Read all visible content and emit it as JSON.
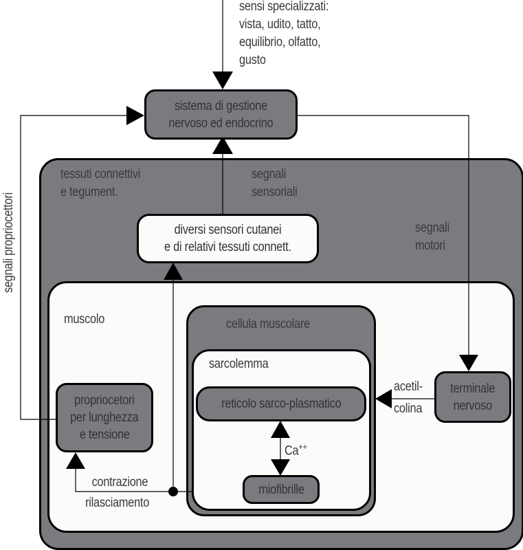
{
  "diagram": {
    "title": "",
    "colors": {
      "dark_fill": "#7a7b7f",
      "light_fill": "#fdfafa",
      "stroke": "#000000",
      "text": "#3a3a3a"
    },
    "nodes": {
      "nervous_system": {
        "line1": "sistema di gestione",
        "line2": "nervoso ed endocrino"
      },
      "connective_tissue": {
        "line1": "tessuti connettivi",
        "line2": "e tegument."
      },
      "skin_sensors": {
        "line1": "diversi sensori cutanei",
        "line2": "e di relativi tessuti connett."
      },
      "muscle": {
        "label": "muscolo"
      },
      "muscle_cell": {
        "label": "cellula muscolare"
      },
      "sarcolemma": {
        "label": "sarcolemma"
      },
      "sarcoplasmic_reticulum": {
        "label": "reticolo sarco-plasmatico"
      },
      "myofibrils": {
        "label": "miofibrille"
      },
      "proprioceptors": {
        "line1": "propriocetori",
        "line2": "per lunghezza",
        "line3": "e tensione"
      },
      "nerve_terminal": {
        "line1": "terminale",
        "line2": "nervoso"
      }
    },
    "edge_labels": {
      "special_senses": [
        "sensi specializzati:",
        "vista, udito, tatto,",
        "equilibrio, olfatto,",
        "gusto"
      ],
      "sensory_signals": {
        "line1": "segnali",
        "line2": "sensoriali"
      },
      "motor_signals": {
        "line1": "segnali",
        "line2": "motori"
      },
      "proprioceptive_signals": "segnali propriocettori",
      "acetylcholine": {
        "line1": "acetil-",
        "line2": "colina"
      },
      "calcium": {
        "base": "Ca",
        "superscript": "++"
      },
      "contraction": {
        "line1": "contrazione",
        "line2": "rilasciamento"
      }
    },
    "edges": [
      {
        "from": "special_senses",
        "to": "nervous_system"
      },
      {
        "from": "skin_sensors",
        "to": "nervous_system",
        "label": "sensory_signals"
      },
      {
        "from": "nervous_system",
        "to": "nerve_terminal",
        "label": "motor_signals"
      },
      {
        "from": "proprioceptors",
        "to": "nervous_system",
        "label": "proprioceptive_signals"
      },
      {
        "from": "nerve_terminal",
        "to": "muscle_cell",
        "label": "acetylcholine"
      },
      {
        "from": "sarcoplasmic_reticulum",
        "to": "myofibrils",
        "label": "calcium",
        "bidirectional": true
      },
      {
        "from": "muscle_cell",
        "to": "proprioceptors",
        "label": "contraction"
      },
      {
        "from": "muscle_cell",
        "to": "skin_sensors"
      }
    ]
  }
}
